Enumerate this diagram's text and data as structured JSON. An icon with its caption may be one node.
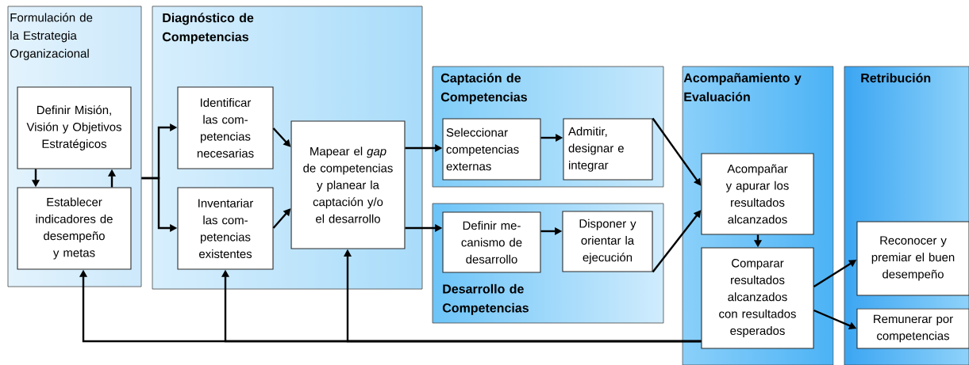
{
  "diagram": {
    "nodes": [
      {
        "text": [
          "Formulación de la Estrategia Organizacional"
        ]
      },
      {
        "text": [
          "Definir Misión, Visión y Objetivos Estratégicos"
        ],
        "in": 0
      },
      {
        "text": [
          "Establecer indicadores de desempeño y metas"
        ],
        "in": 0
      },
      {
        "text": [
          "Diagnóstico de Competencias"
        ]
      },
      {
        "text": [
          "Identificar las com- petencias necesarias"
        ],
        "in": 3
      },
      {
        "text": [
          "Inventariar las com- petencias existentes"
        ],
        "in": 3
      },
      {
        "text": [
          "Mapear el *gap* de competencias y planear la captación y/o el desarrollo"
        ],
        "in": 3
      },
      {
        "text": [
          "Captación de Competencias"
        ]
      },
      {
        "text": [
          "Seleccionar competencias externas"
        ],
        "in": 7
      },
      {
        "text": [
          "Admitir, designar e integrar"
        ],
        "in": 7
      },
      {
        "text": [
          "Desarrollo de Competencias"
        ]
      },
      {
        "text": [
          "Definir me- canismo de desarrollo"
        ],
        "in": 10
      },
      {
        "text": [
          "Disponer y orientar la ejecución"
        ],
        "in": 10
      },
      {
        "text": [
          "Acompañamiento y Evaluación"
        ]
      },
      {
        "text": [
          "Acompañar y apurar los resultados alcanzados"
        ],
        "in": 13
      },
      {
        "text": [
          "Comparar resultados alcanzados con resultados esperados"
        ],
        "in": 13
      },
      {
        "text": [
          "Retribución"
        ]
      },
      {
        "text": [
          "Reconocer y premiar el buen desempeño"
        ],
        "in": 16
      },
      {
        "text": [
          "Remunerar por competencias"
        ],
        "in": 16
      }
    ],
    "edges": [
      {
        "from": 1,
        "to": 2,
        "arrow": "to"
      },
      {
        "from": 2,
        "to": 1,
        "arrow": "to"
      },
      {
        "from": 0,
        "to": 4,
        "arrow": "to"
      },
      {
        "from": 0,
        "to": 5,
        "arrow": "to"
      },
      {
        "from": 4,
        "to": 6,
        "arrow": "to"
      },
      {
        "from": 5,
        "to": 6,
        "arrow": "to"
      },
      {
        "from": 6,
        "to": 8,
        "arrow": "to"
      },
      {
        "from": 6,
        "to": 11,
        "arrow": "to"
      },
      {
        "from": 8,
        "to": 9,
        "arrow": "to"
      },
      {
        "from": 11,
        "to": 12,
        "arrow": "to"
      },
      {
        "from": 9,
        "to": 14,
        "arrow": "to"
      },
      {
        "from": 12,
        "to": 14,
        "arrow": "to"
      },
      {
        "from": 14,
        "to": 15,
        "arrow": "to"
      },
      {
        "from": 15,
        "to": 17,
        "arrow": "to"
      },
      {
        "from": 15,
        "to": 18,
        "arrow": "to"
      },
      {
        "from": 15,
        "to": 2,
        "arrow": "to"
      },
      {
        "from": 15,
        "to": 5,
        "arrow": "to"
      },
      {
        "from": 15,
        "to": 6,
        "arrow": "to"
      }
    ]
  }
}
